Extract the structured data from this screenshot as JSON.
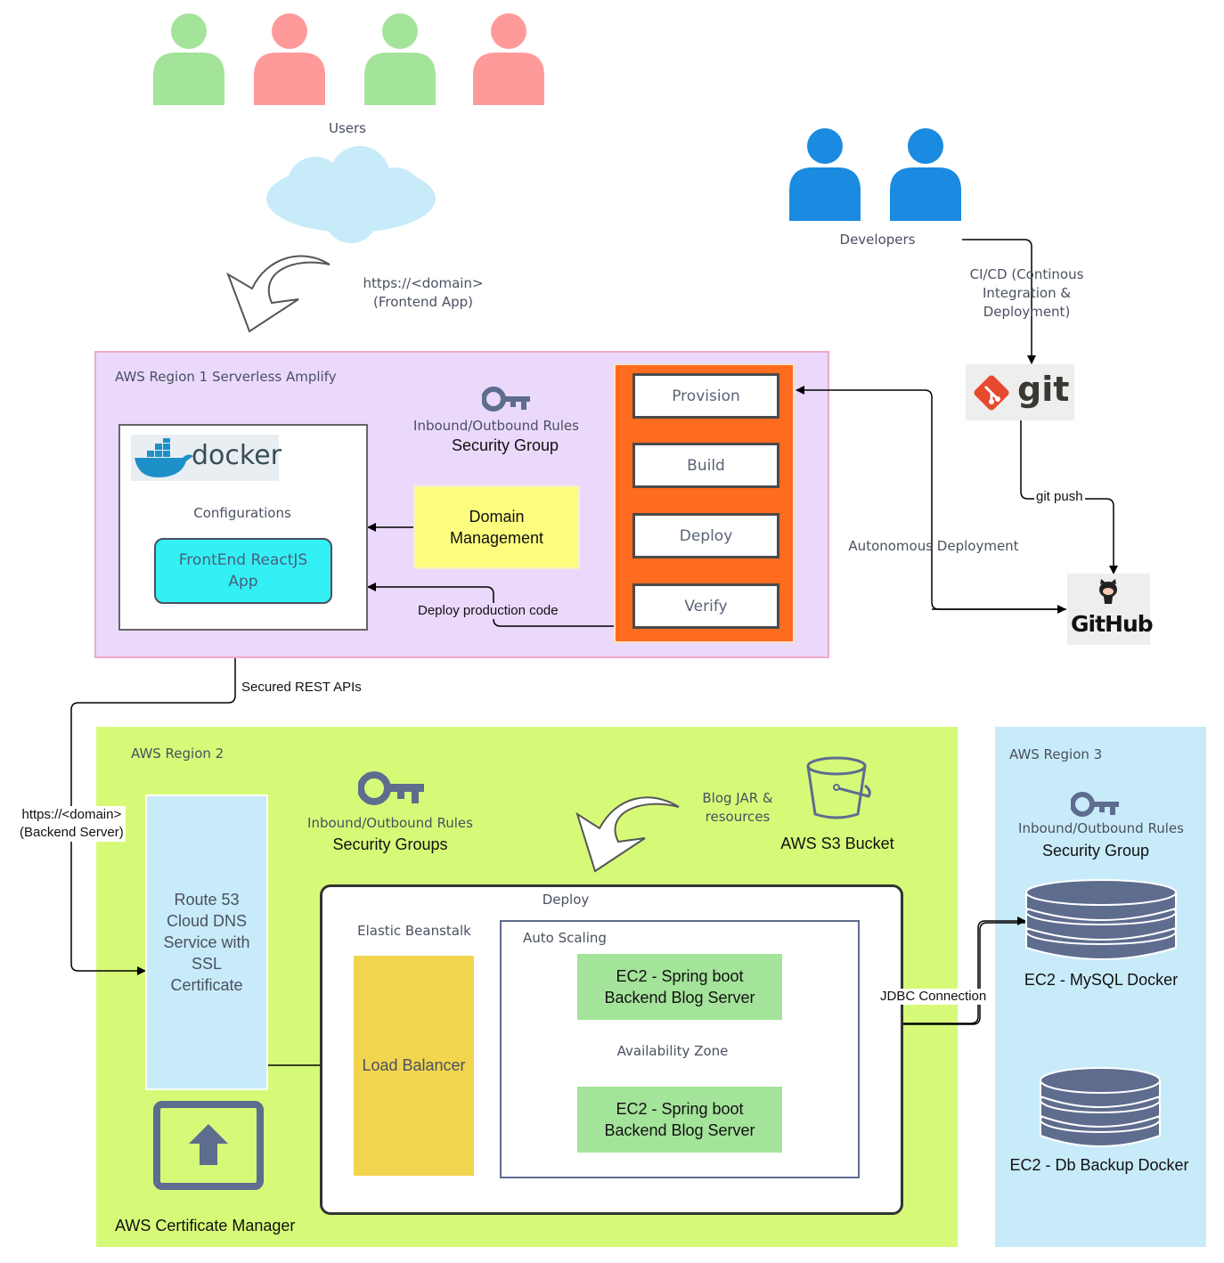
{
  "users": {
    "label": "Users"
  },
  "developers": {
    "label": "Developers"
  },
  "frontend_url": {
    "line1": "https://<domain>",
    "line2": "(Frontend App)"
  },
  "cicd": {
    "line1": "CI/CD (Continous",
    "line2": "Integration &",
    "line3": "Deployment)"
  },
  "git": {
    "logo_text": "git"
  },
  "git_push": "git push",
  "github": {
    "logo_text": "GitHub"
  },
  "autonomous_deployment": "Autonomous Deployment",
  "region1": {
    "title": "AWS Region 1 Serverless Amplify",
    "rules": "Inbound/Outbound Rules",
    "security": "Security Group",
    "docker_logo": "docker",
    "configurations": "Configurations",
    "frontend_app": "FrontEnd ReactJS App",
    "domain_management": "Domain Management",
    "steps": [
      "Provision",
      "Build",
      "Deploy",
      "Verify"
    ],
    "deploy_production": "Deploy production code"
  },
  "secured_rest": "Secured REST APIs",
  "backend_url": {
    "line1": "https://<domain>",
    "line2": "(Backend Server)"
  },
  "region2": {
    "title": "AWS Region 2",
    "rules": "Inbound/Outbound Rules",
    "security": "Security Groups",
    "route53": "Route 53\nCloud DNS\nService with\nSSL\nCertificate",
    "cert_manager": "AWS Certificate Manager",
    "blog_jar": "Blog JAR &\nresources",
    "s3": "AWS S3 Bucket",
    "deploy": "Deploy",
    "beanstalk": "Elastic Beanstalk",
    "load_balancer": "Load Balancer",
    "auto_scaling": "Auto Scaling",
    "ec2_top": "EC2 - Spring boot\nBackend Blog Server",
    "availability_zone": "Availability Zone",
    "ec2_bottom": "EC2 - Spring boot\nBackend Blog Server"
  },
  "jdbc": "JDBC Connection",
  "region3": {
    "title": "AWS Region 3",
    "rules": "Inbound/Outbound Rules",
    "security": "Security Group",
    "mysql": "EC2 - MySQL Docker",
    "backup": "EC2 - Db Backup Docker"
  },
  "colors": {
    "user_green": "#a4e39a",
    "user_red": "#ff9a9a",
    "developer_blue": "#1a8be0",
    "region1_bg": "#ead9fb",
    "region1_border": "#f0a8c8",
    "pipeline_orange": "#ff6b1f",
    "domain_yellow": "#fdfc7e",
    "frontend_cyan": "#33f0f5",
    "region2_bg": "#d6fa78",
    "region3_bg": "#c8ebfa",
    "route53_bg": "#c8ebfa",
    "lb_yellow": "#f2d54f",
    "ec2_green": "#a4e39a",
    "icon_slate": "#5e6c8e",
    "cloud": "#c8ebfa",
    "git_red": "#e64a2e"
  }
}
